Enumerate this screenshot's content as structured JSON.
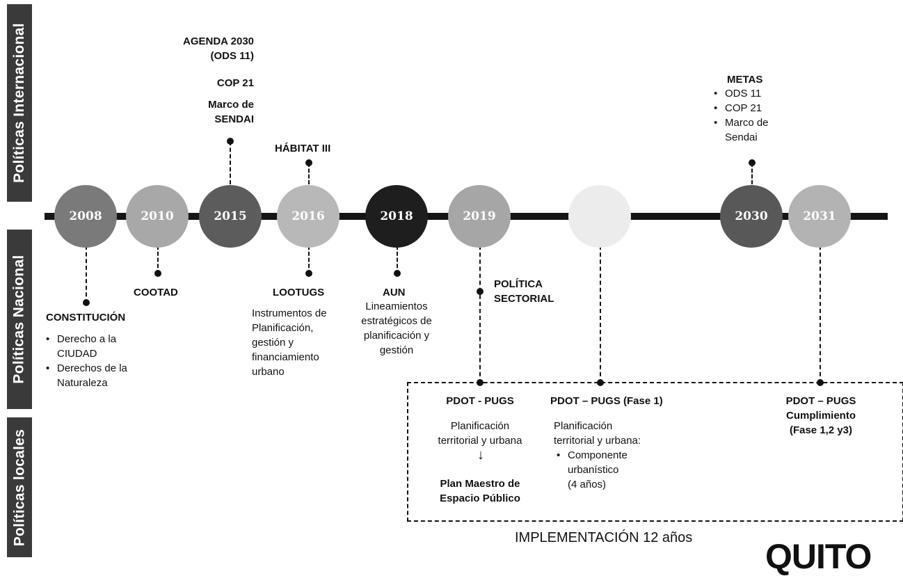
{
  "sidebars": {
    "international": "Políticas Internacional",
    "national": "Políticas Nacional",
    "local": "Políticas locales"
  },
  "nodes": {
    "n2008": {
      "year": "2008",
      "color": "#7a7a7a"
    },
    "n2010": {
      "year": "2010",
      "color": "#a8a8a8"
    },
    "n2015": {
      "year": "2015",
      "color": "#5c5c5c"
    },
    "n2016": {
      "year": "2016",
      "color": "#b8b8b8"
    },
    "n2018": {
      "year": "2018",
      "color": "#1e1e1e"
    },
    "n2019": {
      "year": "2019",
      "color": "#a6a6a6"
    },
    "n2023": {
      "year": "",
      "color": "#ececec"
    },
    "n2030": {
      "year": "2030",
      "color": "#585858"
    },
    "n2031": {
      "year": "2031",
      "color": "#b3b3b3"
    }
  },
  "international": {
    "agenda": "AGENDA 2030",
    "ods": "(ODS 11)",
    "cop": "COP 21",
    "marco1": "Marco de",
    "marco2": "SENDAI",
    "habitat": "HÁBITAT III",
    "metas_title": "METAS",
    "metas": [
      "ODS 11",
      "COP 21",
      "Marco de",
      "Sendai"
    ]
  },
  "national": {
    "constitucion_title": "CONSTITUCIÓN",
    "constitucion_items": [
      "Derecho a la",
      "CIUDAD",
      "Derechos de la",
      "Naturaleza"
    ],
    "cootad": "COOTAD",
    "lootugs_title": "LOOTUGS",
    "lootugs_text": [
      "Instrumentos de",
      "Planificación,",
      "gestión y",
      "financiamiento",
      "urbano"
    ],
    "aun_title": "AUN",
    "aun_text": [
      "Lineamientos",
      "estratégicos de",
      "planificación y",
      "gestión"
    ],
    "politica1": "POLÍTICA",
    "politica2": "SECTORIAL"
  },
  "local": {
    "pdot1_title": "PDOT - PUGS",
    "pdot1_text": [
      "Planificación",
      "territorial y urbana"
    ],
    "arrow": "↓",
    "pdot1_plan": [
      "Plan Maestro de",
      "Espacio Público"
    ],
    "pdot2_title": "PDOT – PUGS (Fase 1)",
    "pdot2_text": [
      "Planificación",
      "territorial y urbana:"
    ],
    "pdot2_items": [
      "Componente",
      "urbanístico"
    ],
    "pdot2_duration": "(4 años)",
    "pdot3_title": "PDOT – PUGS",
    "pdot3_sub": [
      "Cumplimiento",
      "(Fase 1,2 y3)"
    ]
  },
  "implementation": "IMPLEMENTACIÓN 12 años",
  "logo": "QUITO"
}
